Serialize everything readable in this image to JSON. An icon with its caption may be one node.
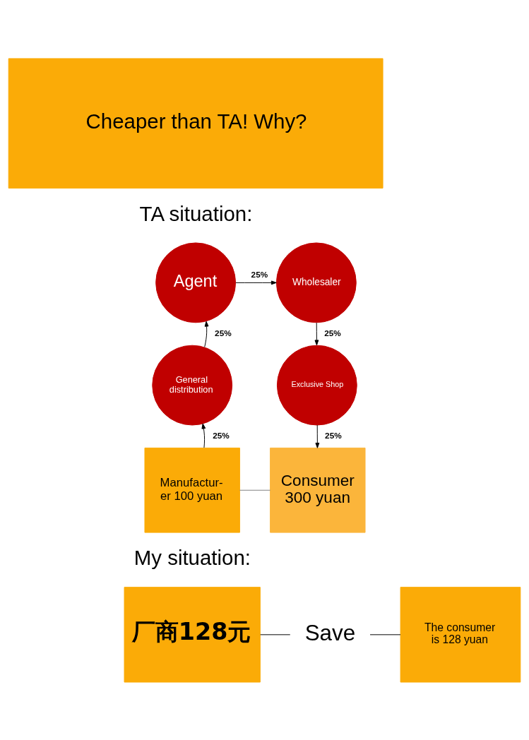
{
  "diagram": {
    "nodes": [
      {
        "text": [
          "Cheaper than TA! Why?"
        ]
      },
      {
        "text": [
          "Manufactur- er 100 yuan"
        ]
      },
      {
        "text": [
          "General distribution"
        ]
      },
      {
        "text": [
          "Agent"
        ]
      },
      {
        "text": [
          "Wholesaler"
        ]
      },
      {
        "text": [
          "Exclusive Shop"
        ]
      },
      {
        "text": [
          "Consumer 300 yuan"
        ]
      },
      {
        "text": [
          "厂商128元"
        ]
      },
      {
        "text": [
          "Save"
        ]
      },
      {
        "text": [
          "The consumer is 128 yuan"
        ]
      }
    ],
    "edges": [
      {
        "from": 1,
        "to": 2,
        "arrow": "to",
        "label": "25%"
      },
      {
        "from": 2,
        "to": 3,
        "arrow": "to",
        "label": "25%"
      },
      {
        "from": 3,
        "to": 4,
        "arrow": "to",
        "label": "25%"
      },
      {
        "from": 4,
        "to": 5,
        "arrow": "to",
        "label": "25%"
      },
      {
        "from": 5,
        "to": 6,
        "arrow": "to",
        "label": "25%"
      },
      {
        "from": 1,
        "to": 6,
        "arrow": "none",
        "color": "#808080"
      },
      {
        "from": 7,
        "to": 8,
        "arrow": "none"
      },
      {
        "from": 8,
        "to": 9,
        "arrow": "none"
      }
    ],
    "labels": [
      "TA situation:",
      "My situation:"
    ]
  }
}
